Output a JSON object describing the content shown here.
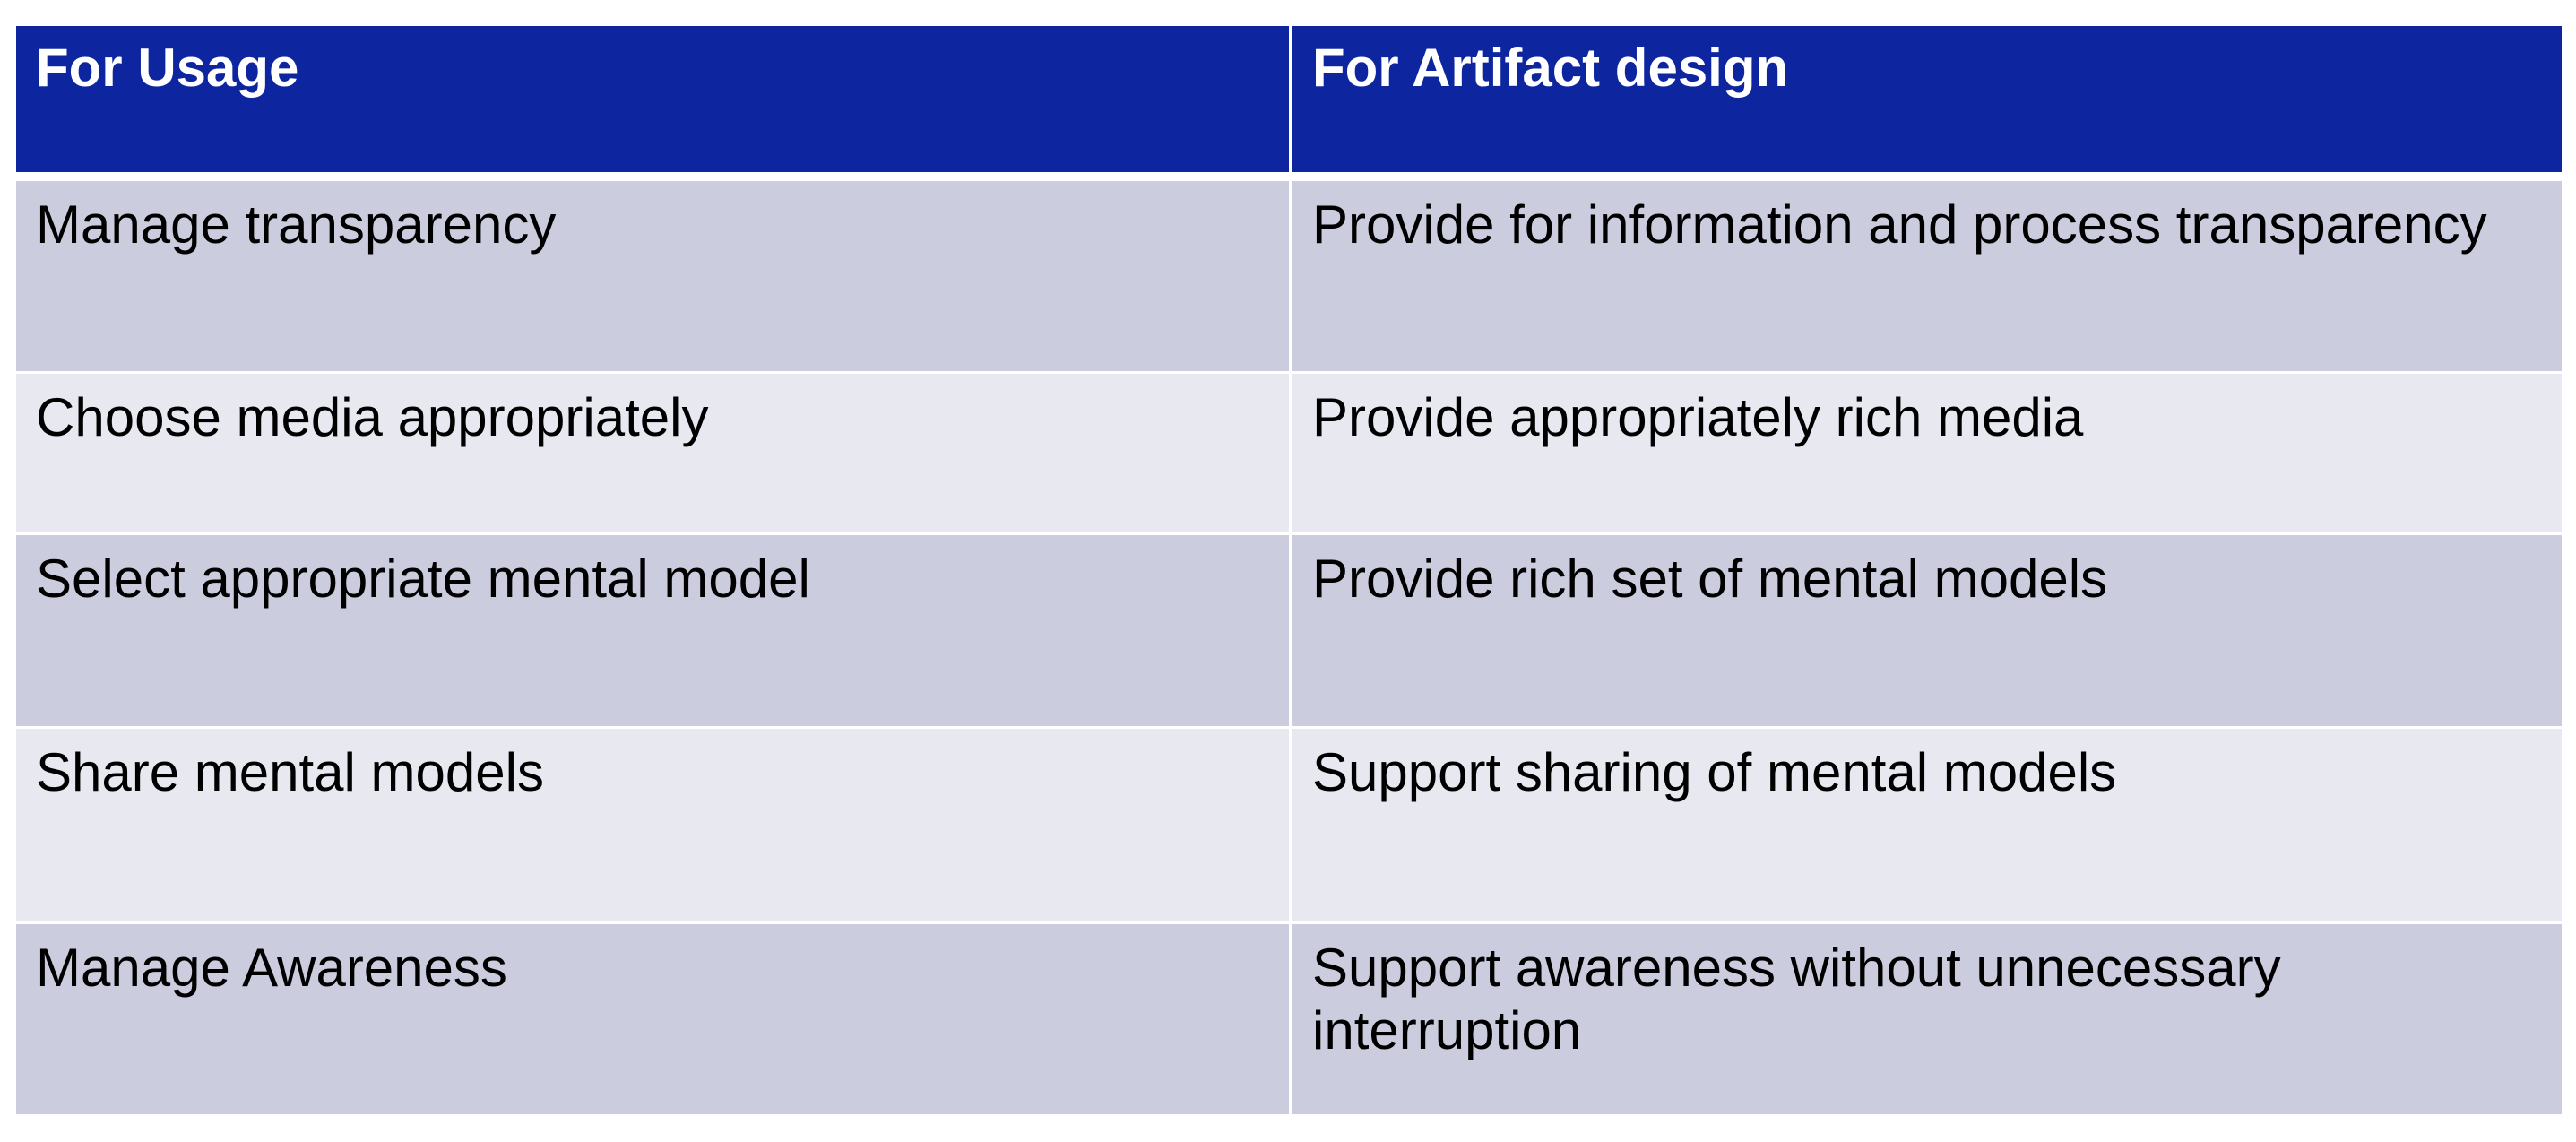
{
  "table": {
    "headers": [
      "For Usage",
      "For Artifact design"
    ],
    "rows": [
      [
        "Manage transparency",
        "Provide for information and process transparency"
      ],
      [
        "Choose media appropriately",
        "Provide appropriately rich media"
      ],
      [
        "Select appropriate mental model",
        "Provide rich set of mental models"
      ],
      [
        "Share mental models",
        "Support sharing of mental models"
      ],
      [
        "Manage Awareness",
        "Support awareness without unnecessary interruption"
      ]
    ]
  },
  "colors": {
    "header_bg": "#0d26a0",
    "header_text": "#ffffff",
    "row_odd_bg": "#ccccdf",
    "row_even_bg": "#e7e8f0"
  }
}
